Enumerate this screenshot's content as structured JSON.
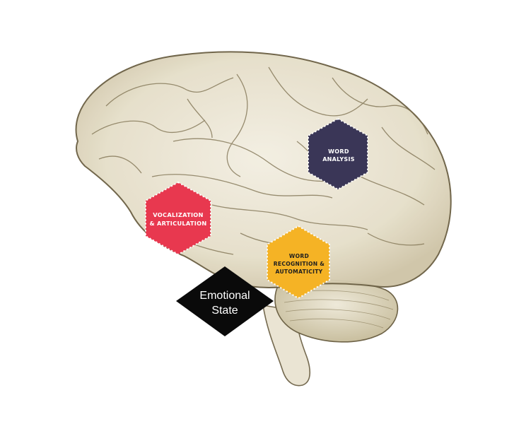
{
  "colors": {
    "background": "#ffffff",
    "brain_fill": "#ece7d6",
    "brain_outline": "#6d6246",
    "word_analysis": "#3a3657",
    "vocalization": "#e8384f",
    "word_recognition": "#f5b325",
    "emotional_state": "#0a0a0a"
  },
  "nodes": {
    "word_analysis": {
      "label_line1": "WORD",
      "label_line2": "ANALYSIS",
      "shape": "hexagon"
    },
    "vocalization": {
      "label_line1": "VOCALIZATION",
      "label_line2": "& ARTICULATION",
      "shape": "hexagon"
    },
    "word_recognition": {
      "label_line1": "WORD",
      "label_line2": "RECOGNITION &",
      "label_line3": "AUTOMATICITY",
      "shape": "hexagon"
    },
    "emotional_state": {
      "label_line1": "Emotional",
      "label_line2": "State",
      "shape": "diamond"
    }
  }
}
